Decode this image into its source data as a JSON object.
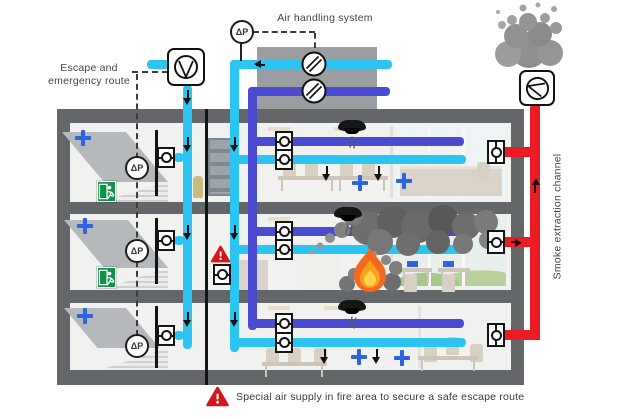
{
  "labels": {
    "air_handling_system": "Air handling system",
    "escape_route_line1": "Escape and",
    "escape_route_line2": "emergency route",
    "smoke_extraction_channel": "Smoke extraction channel",
    "caption": "Special air supply in fire area to secure a safe escape route",
    "pressure_sensor": "ΔP"
  },
  "colors": {
    "supply_air_duct": "#2cc5f2",
    "extract_air_duct": "#4a4bd0",
    "smoke_extraction_duct": "#ed1c24",
    "positive_pressure_blue": "#2e62e0",
    "exit_sign_green": "#0c9347",
    "warning_red": "#d7141a",
    "structure_gray": "#63676a"
  },
  "icons": {
    "fan": "circle with V blades in rounded box",
    "ahu_fan": "circle with diagonal blades",
    "damper": "white box with valve circle",
    "pressure_sensor": "circle with ΔP",
    "smoke_detector": "black ceiling dome",
    "exit_sign": "green sign with running man",
    "warning": "red triangle with exclamation mark",
    "fire": "flames",
    "smoke": "gray cloud of puffs",
    "positive_pressure": "blue plus sign",
    "airflow": "black arrow"
  }
}
